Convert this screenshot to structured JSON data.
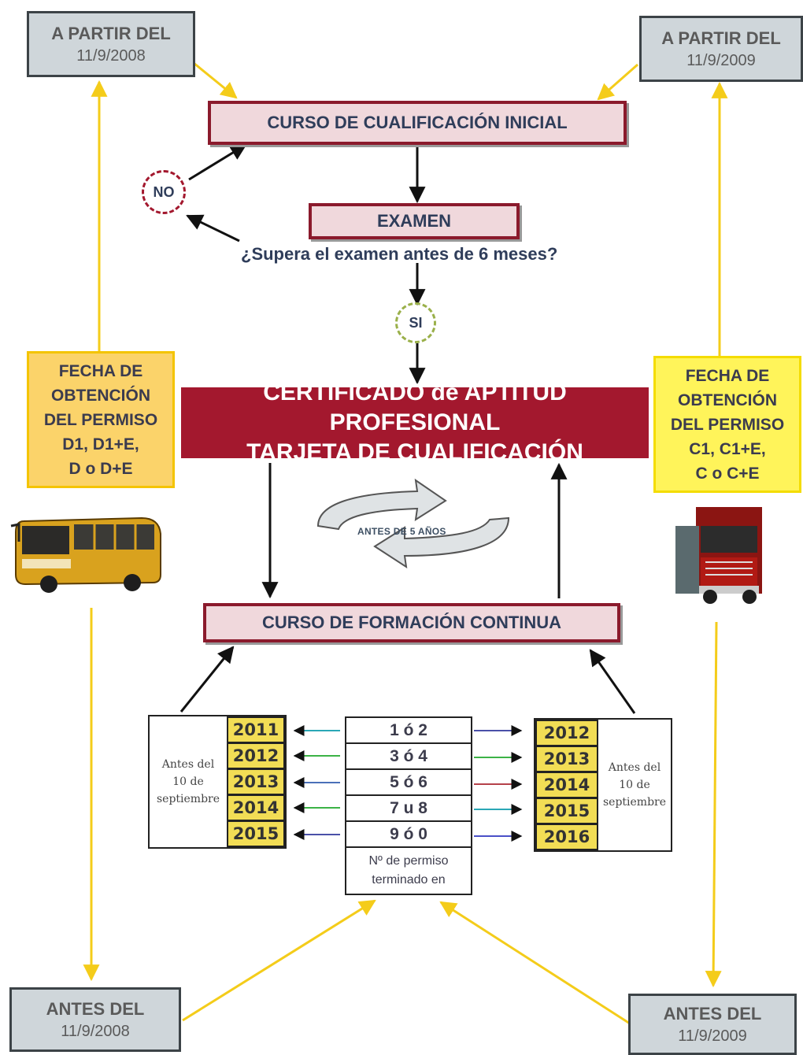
{
  "top_left": {
    "line1": "A PARTIR DEL",
    "line2": "11/9/2008"
  },
  "top_right": {
    "line1": "A PARTIR DEL",
    "line2": "11/9/2009"
  },
  "bottom_left": {
    "line1": "ANTES  DEL",
    "line2": "11/9/2008"
  },
  "bottom_right": {
    "line1": "ANTES  DEL",
    "line2": "11/9/2009"
  },
  "curso_inicial": "CURSO DE CUALIFICACIÓN INICIAL",
  "examen": "EXAMEN",
  "pregunta": "¿Supera el examen antes de 6 meses?",
  "no": "NO",
  "si": "SI",
  "certificado": {
    "line1": "CERTIFICADO de APTITUD PROFESIONAL",
    "line2": "TARJETA DE CUALIFICACIÓN"
  },
  "cycle_label": "ANTES DE 5 AÑOS",
  "formacion_continua": "CURSO DE FORMACIÓN CONTINUA",
  "permiso_d": [
    "FECHA DE",
    "OBTENCIÓN",
    "DEL PERMISO",
    "D1, D1+E,",
    "D o D+E"
  ],
  "permiso_c": [
    "FECHA DE",
    "OBTENCIÓN",
    "DEL PERMISO",
    "C1, C1+E,",
    "C o C+E"
  ],
  "side_label": [
    "Antes del",
    "10 de",
    "septiembre"
  ],
  "years_left": [
    "2011",
    "2012",
    "2013",
    "2014",
    "2015"
  ],
  "years_right": [
    "2012",
    "2013",
    "2014",
    "2015",
    "2016"
  ],
  "endings": [
    "1 ó 2",
    "3 ó 4",
    "5 ó 6",
    "7 u 8",
    "9 ó 0"
  ],
  "endings_footer": [
    "Nº de permiso",
    "terminado en"
  ],
  "colors": {
    "accent_red": "#a3182e",
    "yellow_line": "#f4cc1a",
    "year_fill": "#f2dd55"
  },
  "icons": {
    "left_vehicle": "bus-icon",
    "right_vehicle": "truck-icon"
  }
}
